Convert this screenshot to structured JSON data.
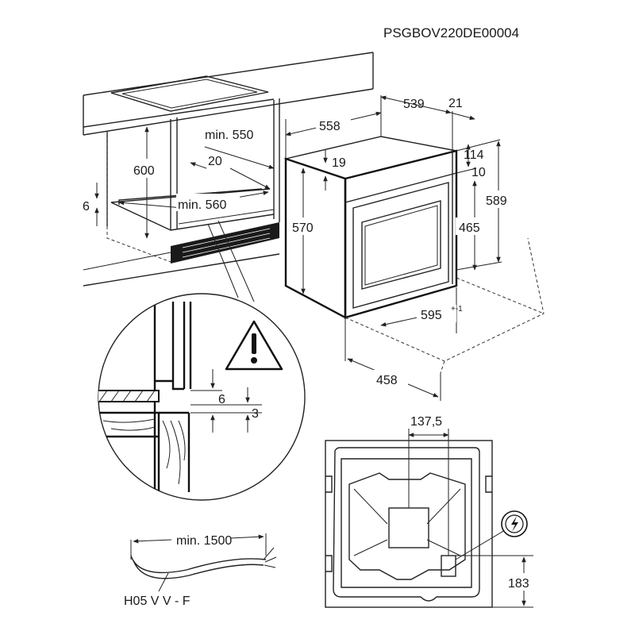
{
  "diagram": {
    "code": "PSGBOV220DE00004",
    "dimensions": {
      "d539": "539",
      "d21": "21",
      "d558": "558",
      "d550": "min. 550",
      "d20": "20",
      "d600": "600",
      "d6_left": "6",
      "d560": "min. 560",
      "d19": "19",
      "d570": "570",
      "d114": "114",
      "d10": "10",
      "d589": "589",
      "d465": "465",
      "d595": "595",
      "d595_tol": "+-1",
      "d458": "458",
      "d6_detail": "6",
      "d3_detail": "3",
      "d137": "137,5",
      "d183": "183",
      "d1500": "min. 1500"
    },
    "cable_type": "H05 V V - F",
    "icons": [
      "warning-triangle-icon",
      "electric-connection-icon"
    ]
  }
}
